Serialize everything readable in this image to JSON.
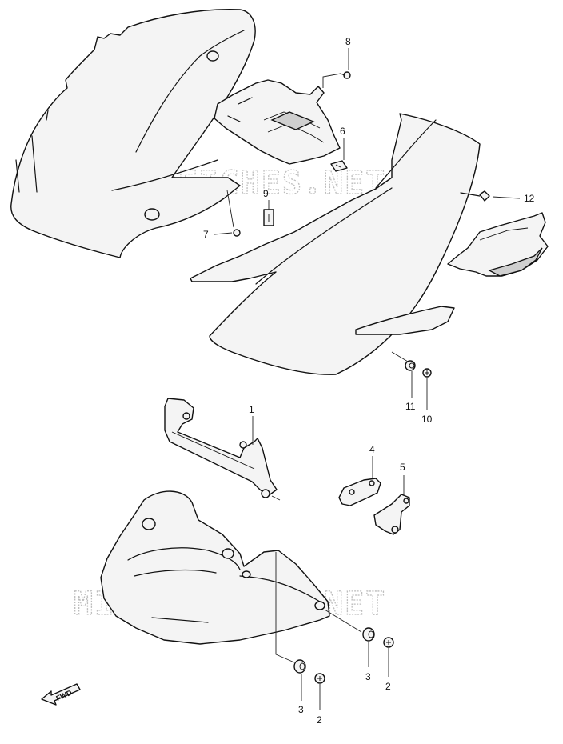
{
  "watermarks": [
    "MICROFICHES.NET",
    "MICROFICHES.NET"
  ],
  "callouts": {
    "c1": "1",
    "c2a": "2",
    "c2b": "2",
    "c3a": "3",
    "c3b": "3",
    "c4": "4",
    "c5": "5",
    "c6": "6",
    "c7": "7",
    "c8": "8",
    "c9": "9",
    "c10": "10",
    "c11": "11",
    "c12": "12"
  },
  "fwd": {
    "label": "FWD",
    "icon": "fwd-arrow-icon"
  },
  "colors": {
    "line": "#111111",
    "fill": "#f4f4f4",
    "watermark": "#bdbdbd"
  }
}
